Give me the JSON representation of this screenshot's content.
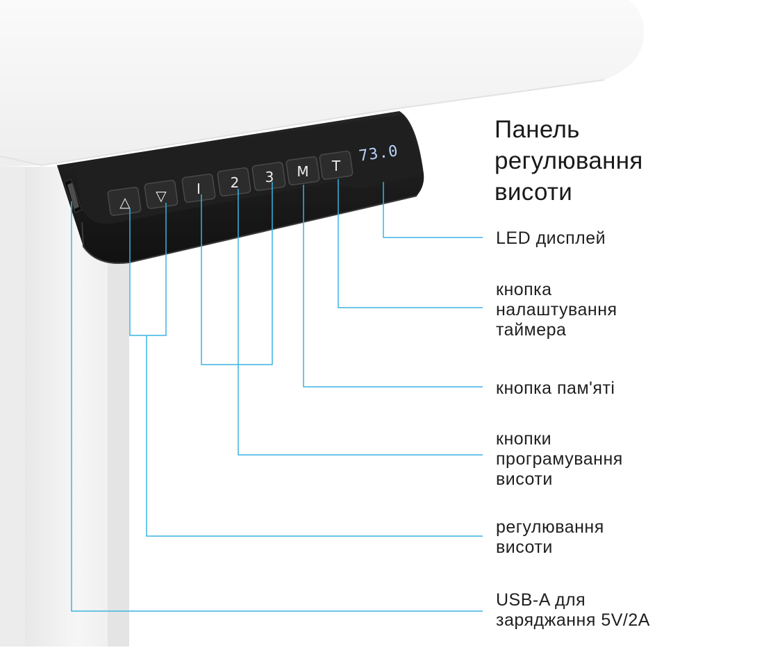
{
  "title": "Панель\nрегулювання\nвисоти",
  "panel": {
    "keys": [
      "△",
      "▽",
      "I",
      "2",
      "3",
      "M",
      "T"
    ],
    "display_value": "73.0"
  },
  "callouts": {
    "led": "LED дисплей",
    "timer": "кнопка\nналаштування\nтаймера",
    "memory": "кнопка пам'яті",
    "presets": "кнопки\nпрограмування\nвисоти",
    "height": "регулювання\nвисоти",
    "usb": "USB-A для\nзаряджання 5V/2A"
  },
  "colors": {
    "leader_line": "#3ab4e0",
    "panel_body": "#1b1b1b",
    "led": "#b9d4ff",
    "desk_top": "#f2f2f2",
    "leg": "#f1f1f1"
  }
}
